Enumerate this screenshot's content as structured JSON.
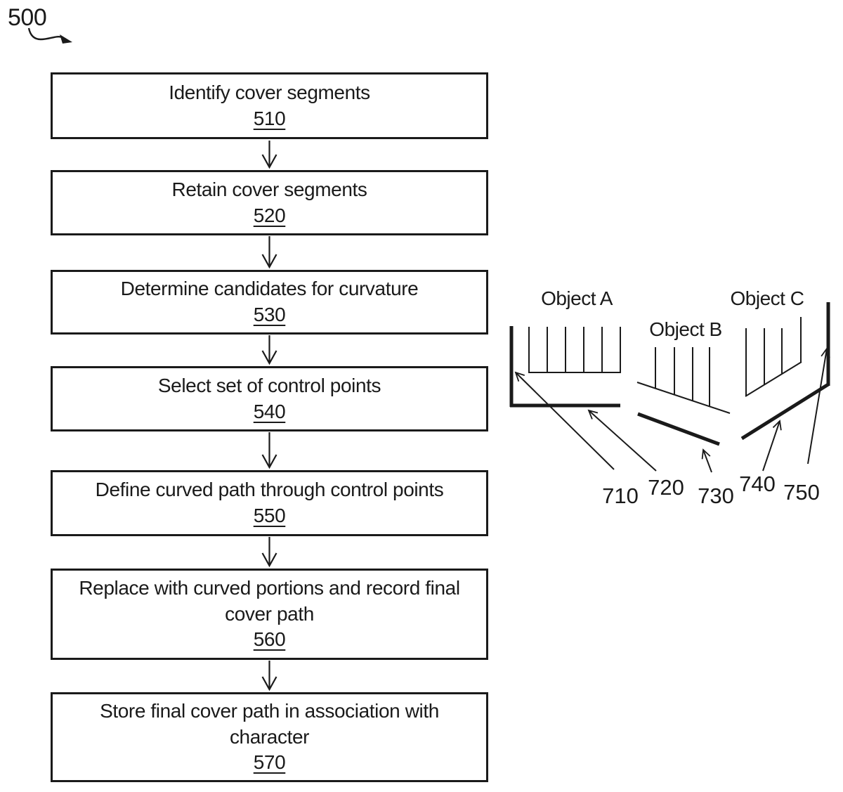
{
  "colors": {
    "ink": "#1a1a1a",
    "background": "#ffffff"
  },
  "figure_ref": "500",
  "flowchart": {
    "steps": [
      {
        "label": "Identify cover segments",
        "ref": "510"
      },
      {
        "label": "Retain cover segments",
        "ref": "520"
      },
      {
        "label": "Determine candidates for curvature",
        "ref": "530"
      },
      {
        "label": "Select set of control points",
        "ref": "540"
      },
      {
        "label": "Define curved path through control points",
        "ref": "550"
      },
      {
        "label": "Replace with curved portions and record final cover path",
        "ref": "560"
      },
      {
        "label": "Store final cover path in association with character",
        "ref": "570"
      }
    ]
  },
  "diagram": {
    "object_labels": [
      "Object A",
      "Object B",
      "Object C"
    ],
    "ref_labels": [
      "710",
      "720",
      "730",
      "740",
      "750"
    ]
  }
}
